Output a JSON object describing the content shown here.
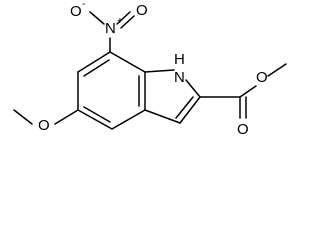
{
  "molecule": {
    "atoms": {
      "nitro_o_minus": {
        "label": "O",
        "charge": "-"
      },
      "nitro_n": {
        "label": "N",
        "charge": "+"
      },
      "nitro_o": {
        "label": "O"
      },
      "indole_nh": {
        "label": "H"
      },
      "indole_n": {
        "label": "N"
      },
      "ester_carbonyl_o": {
        "label": "O"
      },
      "ester_o": {
        "label": "O"
      },
      "methoxy_o": {
        "label": "O"
      }
    }
  }
}
